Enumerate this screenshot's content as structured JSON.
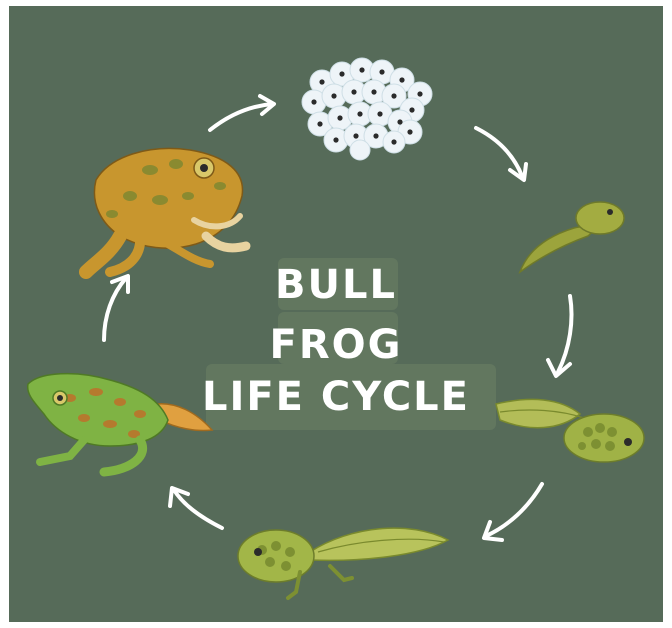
{
  "diagram": {
    "title_lines": [
      "BULL",
      "FROG",
      "LIFE CYCLE"
    ],
    "stages": [
      "eggs",
      "hatchling tadpole",
      "tadpole",
      "tadpole with legs",
      "froglet",
      "adult bullfrog"
    ],
    "colors": {
      "background": "#566b59",
      "title_box": "#62775f",
      "arrow": "#ffffff",
      "adult": "#c8962e",
      "froglet": "#7fb344",
      "tadpole": "#a8b646",
      "egg": "#eef4f8"
    }
  }
}
